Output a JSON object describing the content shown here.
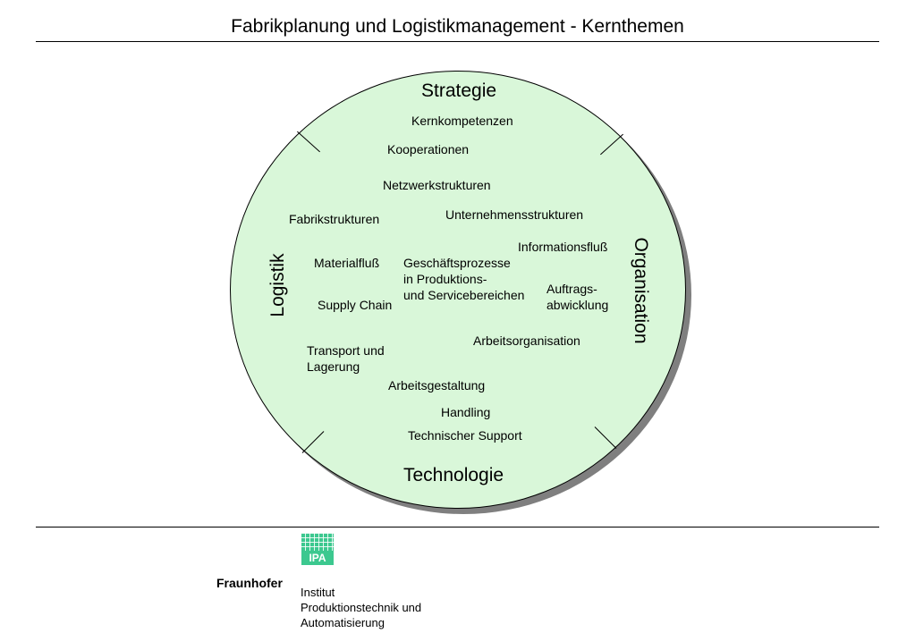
{
  "title": "Fabrikplanung und Logistikmanagement - Kernthemen",
  "diagram": {
    "sectors": {
      "top": "Strategie",
      "bottom": "Technologie",
      "left": "Logistik",
      "right": "Organisation"
    },
    "topics": {
      "kernkompetenzen": "Kernkompetenzen",
      "kooperationen": "Kooperationen",
      "netzwerkstrukturen": "Netzwerkstrukturen",
      "fabrikstrukturen": "Fabrikstrukturen",
      "unternehmensstrukturen": "Unternehmensstrukturen",
      "informationsfluss": "Informationsfluß",
      "materialfluss": "Materialfluß",
      "geschaeftsprozesse": [
        "Geschäftsprozesse",
        "in Produktions-",
        "und Servicebereichen"
      ],
      "auftragsabwicklung": [
        "Auftrags-",
        "abwicklung"
      ],
      "supply_chain": "Supply Chain",
      "arbeitsorganisation": "Arbeitsorganisation",
      "transport": [
        "Transport und",
        "Lagerung"
      ],
      "arbeitsgestaltung": "Arbeitsgestaltung",
      "handling": "Handling",
      "technischer_support": "Technischer Support"
    },
    "colors": {
      "circle_fill": "#d9f7d9",
      "shadow": "#7f7f7f"
    }
  },
  "footer": {
    "logo_text": "IPA",
    "logo_color": "#3cc88f",
    "organization": "Fraunhofer",
    "institute": [
      "Institut",
      "Produktionstechnik und",
      "Automatisierung"
    ]
  }
}
